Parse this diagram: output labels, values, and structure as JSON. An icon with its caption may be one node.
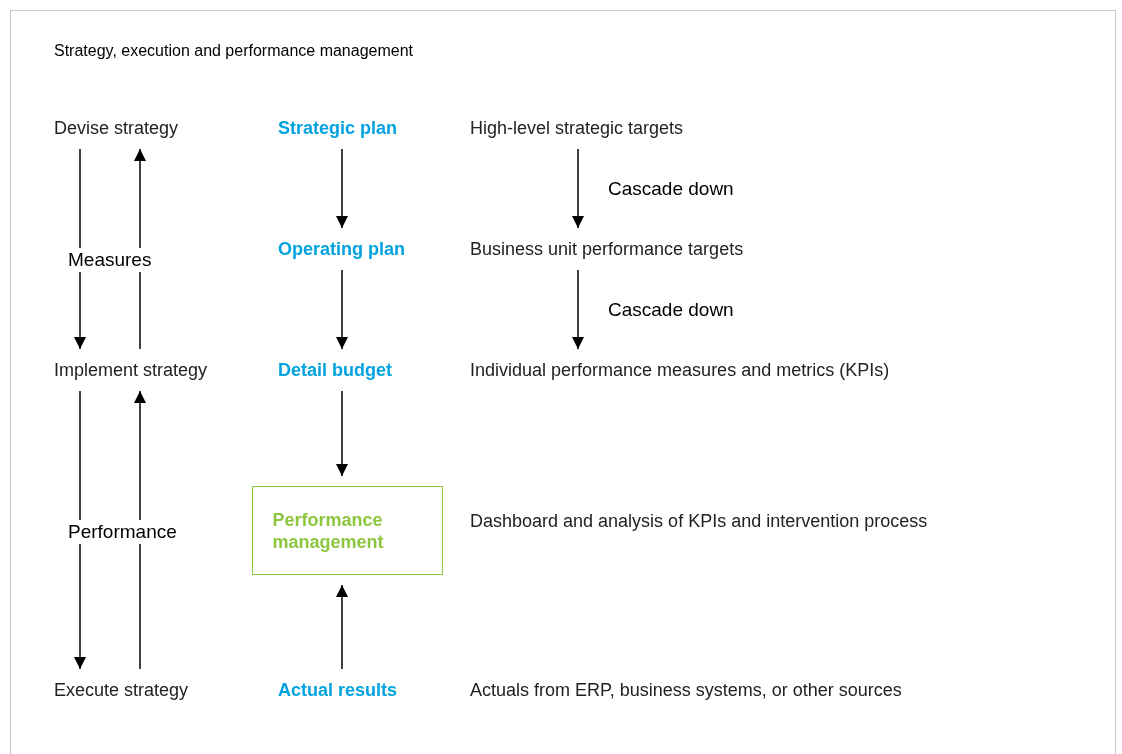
{
  "diagram": {
    "title": "Strategy, execution and performance management",
    "nodes": [
      {
        "text": [
          "Devise strategy"
        ]
      },
      {
        "text": [
          "Strategic plan"
        ]
      },
      {
        "text": [
          "High-level strategic targets"
        ]
      },
      {
        "text": [
          "Operating plan"
        ]
      },
      {
        "text": [
          "Business unit performance targets"
        ]
      },
      {
        "text": [
          "Implement strategy"
        ]
      },
      {
        "text": [
          "Detail budget"
        ]
      },
      {
        "text": [
          "Individual performance measures and metrics (KPIs)"
        ]
      },
      {
        "text": [
          "Performance management"
        ]
      },
      {
        "text": [
          "Dashboard and analysis of KPIs and intervention process"
        ]
      },
      {
        "text": [
          "Execute strategy"
        ]
      },
      {
        "text": [
          "Actual results"
        ]
      },
      {
        "text": [
          "Actuals from ERP, business systems, or other sources"
        ]
      }
    ],
    "edges": [
      {
        "from": 0,
        "to": 5,
        "arrow": "to"
      },
      {
        "from": 5,
        "to": 0,
        "arrow": "to"
      },
      {
        "from": 1,
        "to": 3,
        "arrow": "to"
      },
      {
        "from": 3,
        "to": 6,
        "arrow": "to"
      },
      {
        "from": 6,
        "to": 8,
        "arrow": "to"
      },
      {
        "from": 11,
        "to": 8,
        "arrow": "to"
      },
      {
        "from": 2,
        "to": 4,
        "arrow": "to",
        "label": "Cascade down"
      },
      {
        "from": 4,
        "to": 7,
        "arrow": "to",
        "label": "Cascade down"
      },
      {
        "from": 5,
        "to": 10,
        "arrow": "to"
      },
      {
        "from": 10,
        "to": 5,
        "arrow": "to"
      }
    ],
    "labels": [
      "Measures",
      "Performance"
    ]
  }
}
